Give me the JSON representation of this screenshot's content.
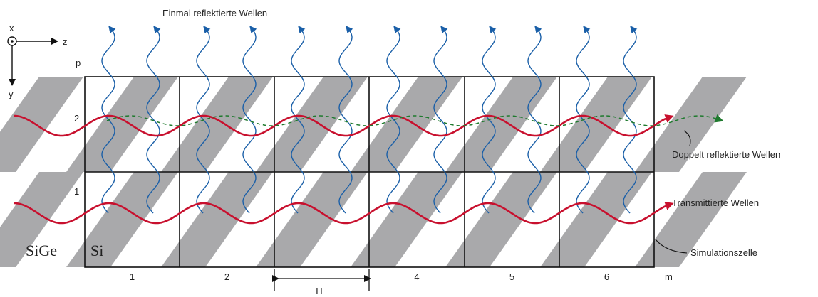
{
  "labels": {
    "top_title": "Einmal reflektierte Wellen",
    "double_reflected": "Doppelt reflektierte Wellen",
    "transmitted": "Transmittierte Wellen",
    "simulation_cell": "Simulationszelle",
    "material_left": "SiGe",
    "material_right": "Si",
    "p_axis": "p",
    "m_axis": "m",
    "period_symbol": "Π"
  },
  "axes": {
    "x": "x",
    "y": "y",
    "z": "z"
  },
  "rows": [
    "2",
    "1"
  ],
  "columns": [
    "1",
    "2",
    "",
    "4",
    "5",
    "6"
  ],
  "colors": {
    "stripe": "#a9a9ab",
    "transmitted_wave": "#c8102e",
    "reflected_wave": "#1a5fa8",
    "double_reflected_wave": "#1f7a2e",
    "grid": "#111111"
  }
}
